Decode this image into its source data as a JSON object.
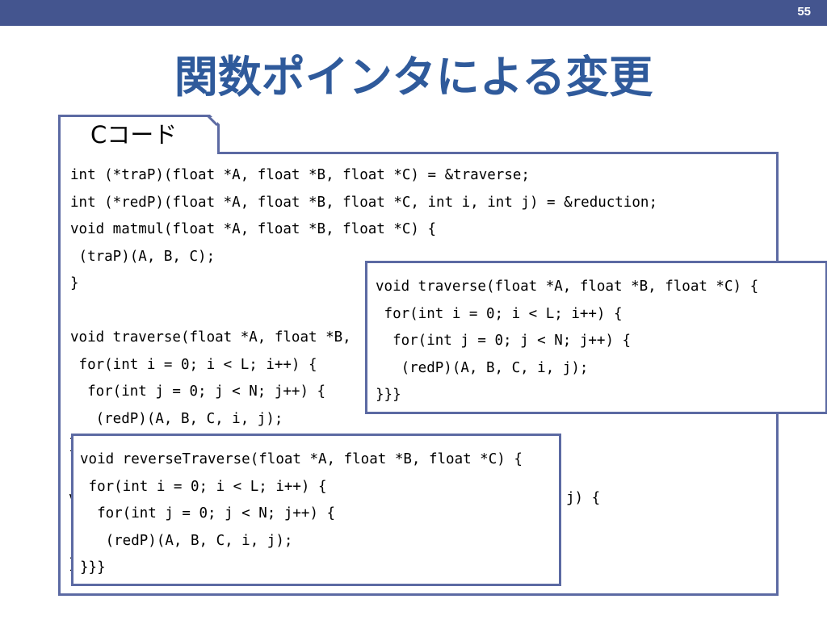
{
  "slide": {
    "number": "55",
    "title": "関数ポインタによる変更"
  },
  "tab": {
    "label": "Cコード"
  },
  "main_code": {
    "lines": [
      "int (*traP)(float *A, float *B, float *C) = &traverse;",
      "int (*redP)(float *A, float *B, float *C, int i, int j) = &reduction;",
      "void matmul(float *A, float *B, float *C) {",
      " (traP)(A, B, C);",
      "}",
      "",
      "void traverse(float *A, float *B,",
      " for(int i = 0; i < L; i++) {",
      "  for(int j = 0; j < N; j++) {",
      "   (redP)(A, B, C, i, j);"
    ],
    "peek_fragments": [
      "}",
      "v",
      "j) {",
      "}"
    ]
  },
  "popup_traverse": {
    "lines": [
      "void traverse(float *A, float *B, float *C) {",
      " for(int i = 0; i < L; i++) {",
      "  for(int j = 0; j < N; j++) {",
      "   (redP)(A, B, C, i, j);",
      "}}}"
    ]
  },
  "popup_reverse": {
    "lines": [
      "void reverseTraverse(float *A, float *B, float *C) {",
      " for(int i = 0; i < L; i++) {",
      "  for(int j = 0; j < N; j++) {",
      "   (redP)(A, B, C, i, j);",
      "}}}"
    ]
  }
}
